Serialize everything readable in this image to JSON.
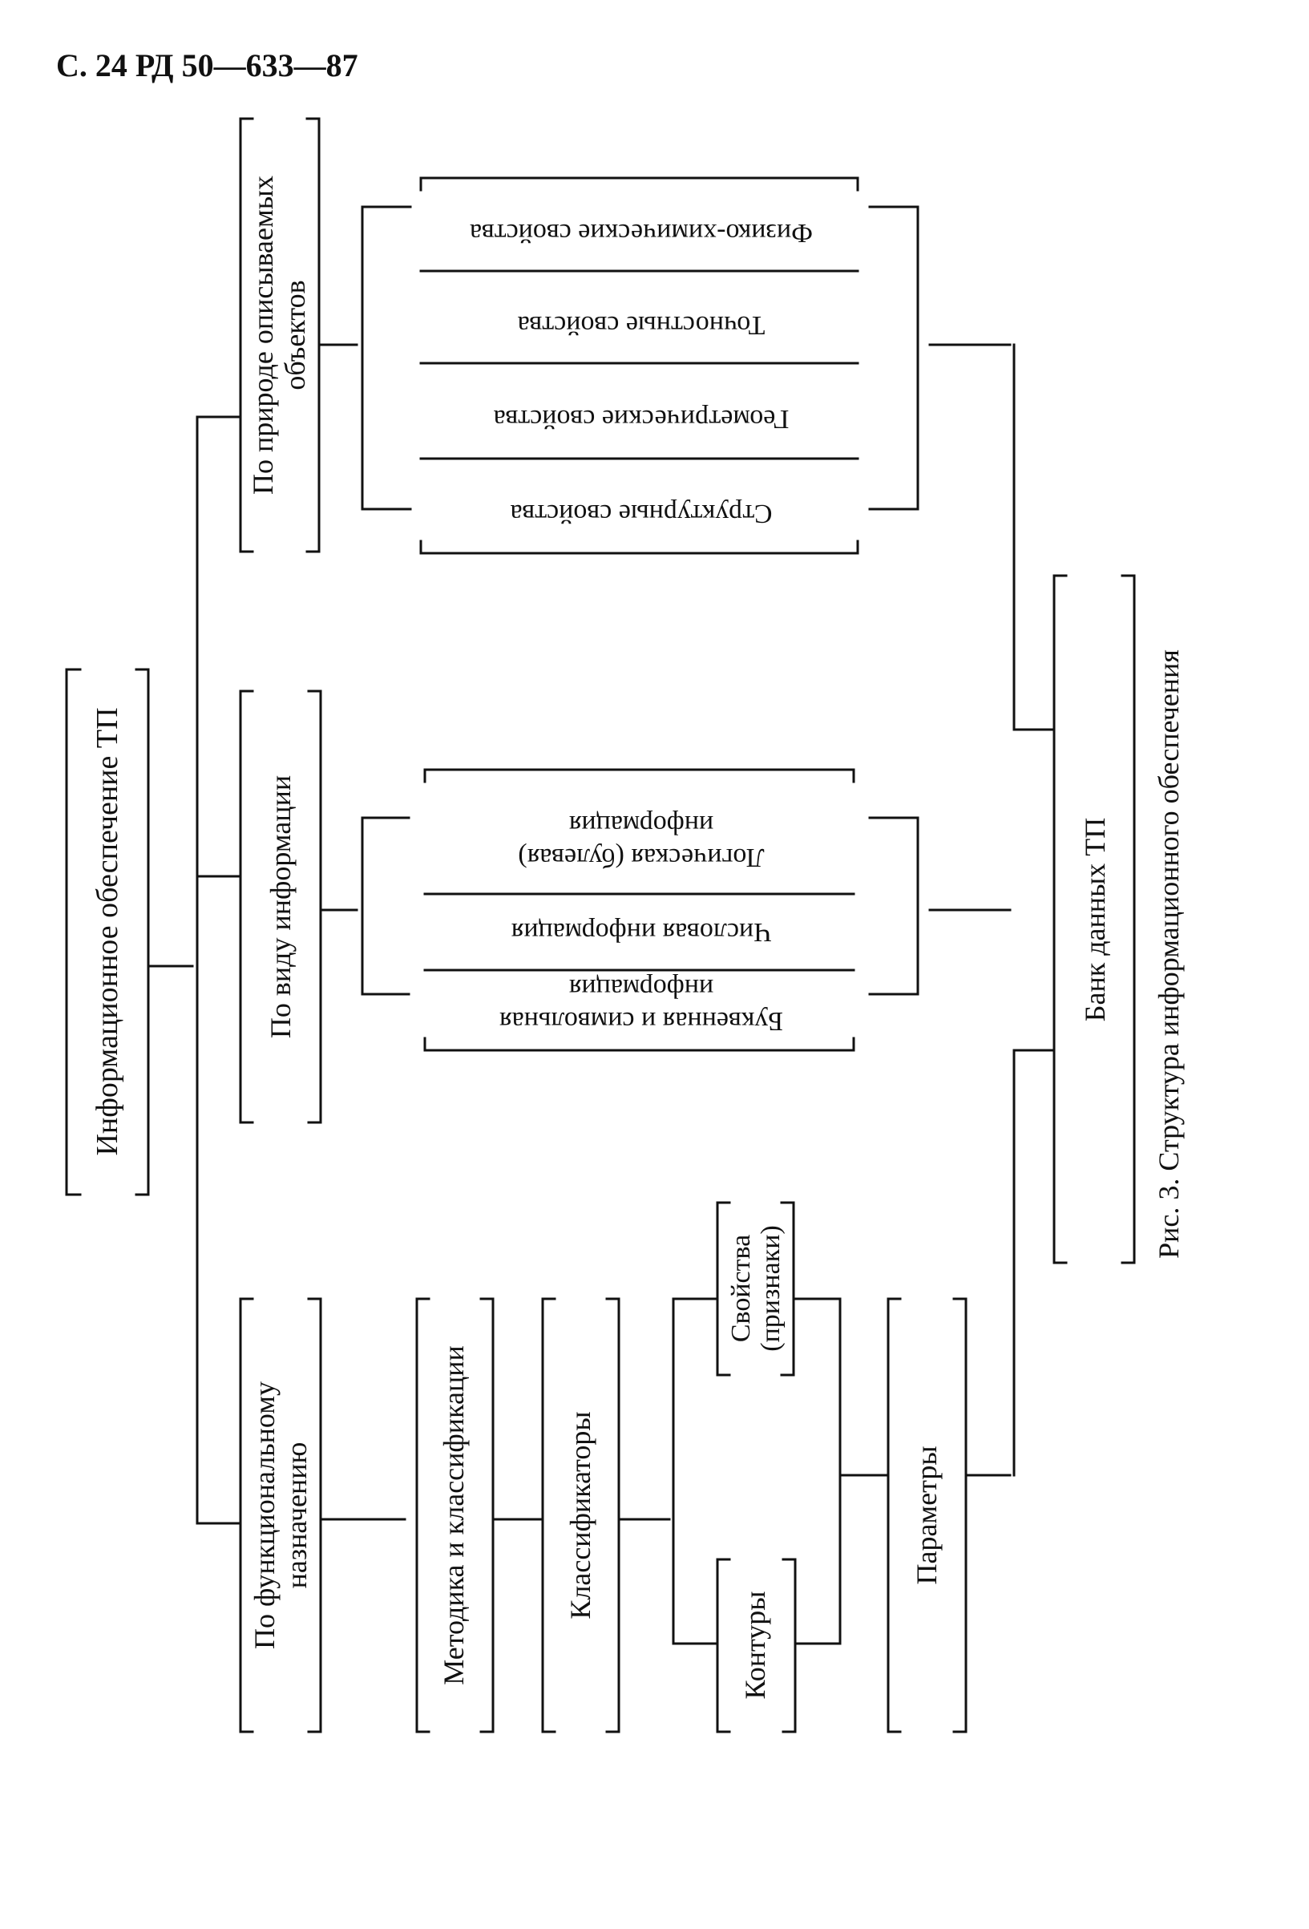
{
  "header": {
    "page_ref": "С. 24 РД 50—633—87"
  },
  "diagram": {
    "root": "Информационное обеспечение   ТП",
    "categories": [
      {
        "label": "По функциональному назначению",
        "lines": [
          "По функциональному",
          "назначению"
        ]
      },
      {
        "label": "По виду информации",
        "lines": [
          "По виду информации"
        ]
      },
      {
        "label": "По природе описываемых объектов",
        "lines": [
          "По природе описываемых",
          "объектов"
        ]
      }
    ],
    "functional": {
      "method": "Методика и классификации",
      "classifiers": "Классификаторы",
      "contours": "Контуры",
      "properties": "Свойства (признаки)",
      "properties_lines": [
        "Свойства",
        "(признаки)"
      ],
      "parameters": "Параметры"
    },
    "info_types": [
      {
        "label": "Буквенная и символьная информация",
        "lines": [
          "Буквенная и символьная",
          "информация"
        ]
      },
      {
        "label": "Числовая информация",
        "lines": [
          "Числовая информация"
        ]
      },
      {
        "label": "Логическая (булевая) информация",
        "lines": [
          "Логическая  (булевая)",
          "информация"
        ]
      }
    ],
    "object_props": [
      {
        "label": "Структурные свойства",
        "lines": [
          "Структурные свойства"
        ]
      },
      {
        "label": "Геометрические свойства",
        "lines": [
          "Геометрические свойства"
        ]
      },
      {
        "label": "Точностные свойства",
        "lines": [
          "Точностные свойства"
        ]
      },
      {
        "label": "Физико-химические свойства",
        "lines": [
          "Физико-химические свойства"
        ]
      }
    ],
    "databank": "Банк данных ТП"
  },
  "caption": "Рис. 3. Структура информационного обеспечения"
}
